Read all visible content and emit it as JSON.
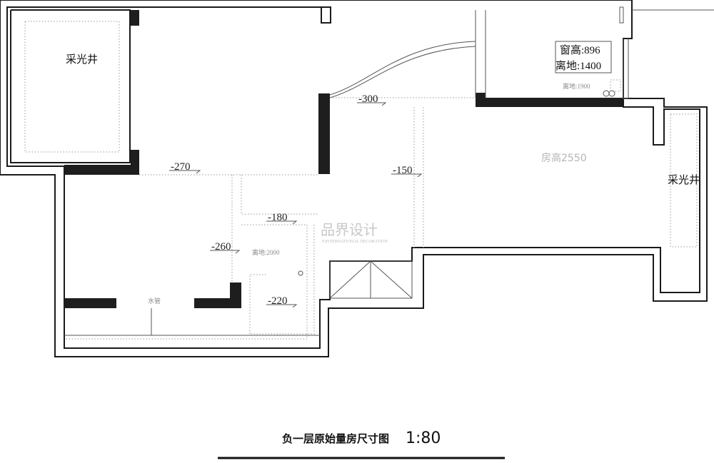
{
  "rooms": {
    "light_well_left": "采光井",
    "light_well_right": "采光井",
    "room_height": "房高2550"
  },
  "dimensions": {
    "d300": "-300",
    "d270": "-270",
    "d150": "-150",
    "d180": "-180",
    "d260": "-260",
    "d220": "-220"
  },
  "window_note": {
    "height": "窗高:896",
    "sill": "离地:1400"
  },
  "notes": {
    "height_1900": "离地:1900",
    "height_2000": "离地:2000",
    "water_pipe": "水管"
  },
  "watermark": {
    "brand": "品界设计",
    "sub": "P.INTERNATIONAL DECORATION"
  },
  "caption": {
    "title": "负一层原始量房尺寸图",
    "scale": "1:80"
  }
}
